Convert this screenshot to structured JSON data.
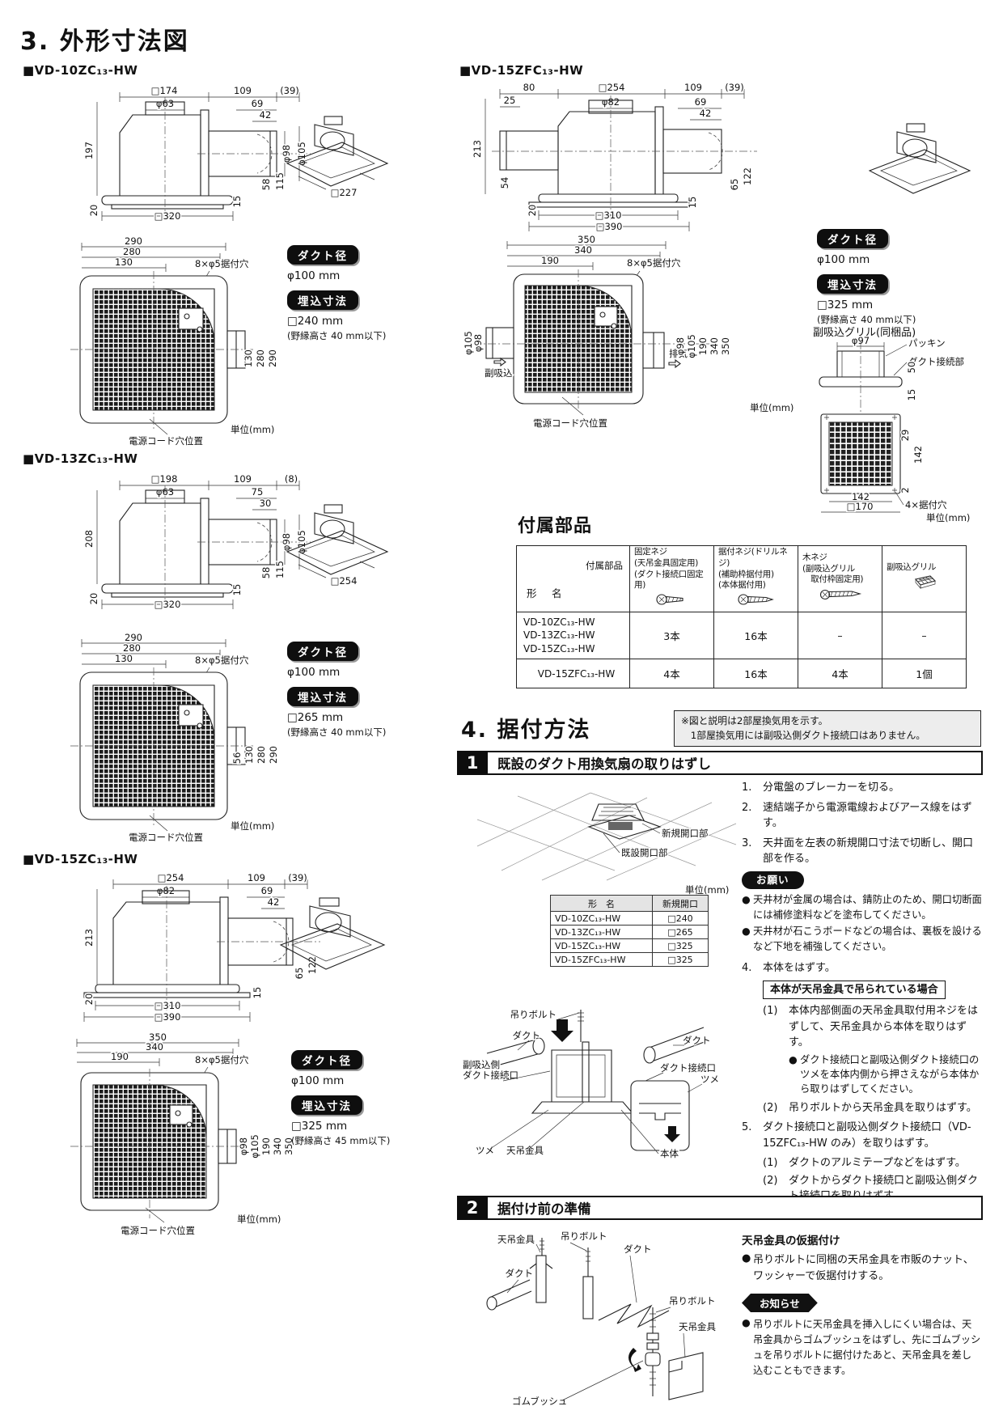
{
  "page": {
    "s3_title": "3. 外形寸法図",
    "s4_title": "4. 据付方法",
    "s4_note1": "※図と説明は2部屋換気用を示す。",
    "s4_note2": "　1部屋換気用には副吸込側ダクト接続口はありません。"
  },
  "common": {
    "unit": "単位(mm)",
    "holes": "8×φ5据付穴",
    "cord": "電源コード穴位置",
    "duct_pill": "ダクト径",
    "embed_pill": "埋込寸法",
    "bullet": "●"
  },
  "vd10": {
    "name": "■VD-10ZC₁₃-HW",
    "side": {
      "w": "□174",
      "duct": "109",
      "ext": "(39)",
      "inlet": "φ63",
      "a": "69",
      "b": "42",
      "h": "197",
      "p98": "φ98",
      "p105": "φ105",
      "c": "58",
      "d": "115",
      "e": "15",
      "f": "20",
      "panel": "□320"
    },
    "iso": "□227",
    "bottom": {
      "t1": "290",
      "t2": "280",
      "t3": "130",
      "r1": "130",
      "r2": "280",
      "r3": "290"
    },
    "duct_dia": "φ100 mm",
    "embed": "□240 mm",
    "embed_note": "(野縁高さ 40 mm以下)"
  },
  "vd13": {
    "name": "■VD-13ZC₁₃-HW",
    "side": {
      "w": "□198",
      "duct": "109",
      "ext": "(8)",
      "inlet": "φ63",
      "a": "75",
      "b": "30",
      "h": "208",
      "p98": "φ98",
      "p105": "φ105",
      "c": "58",
      "d": "115",
      "e": "15",
      "f": "20",
      "panel": "□320"
    },
    "iso": "□254",
    "bottom": {
      "t1": "290",
      "t2": "280",
      "t3": "130",
      "r0": "56",
      "r1": "130",
      "r2": "280",
      "r3": "290"
    },
    "duct_dia": "φ100 mm",
    "embed": "□265 mm",
    "embed_note": "(野縁高さ 40 mm以下)"
  },
  "vd15": {
    "name": "■VD-15ZC₁₃-HW",
    "side": {
      "w": "□254",
      "duct": "109",
      "ext": "(39)",
      "inlet": "φ82",
      "a": "69",
      "b": "42",
      "h": "213",
      "c": "65",
      "d": "122",
      "e": "15",
      "f": "20",
      "panel1": "□310",
      "panel2": "□390"
    },
    "bottom": {
      "t1": "350",
      "t2": "340",
      "t3": "190",
      "p98": "φ98",
      "p105": "φ105",
      "r1": "190",
      "r2": "340",
      "r3": "350"
    },
    "duct_dia": "φ100 mm",
    "embed": "□325 mm",
    "embed_note": "(野縁高さ 45 mm以下)"
  },
  "vd15f": {
    "name": "■VD-15ZFC₁₃-HW",
    "side": {
      "g": "80",
      "h2": "25",
      "w": "□254",
      "duct": "109",
      "ext": "(39)",
      "inlet": "φ82",
      "a": "69",
      "b": "42",
      "h": "213",
      "j": "54",
      "c": "65",
      "d": "122",
      "e": "15",
      "f": "20",
      "panel1": "□310",
      "panel2": "□390"
    },
    "bottom": {
      "t1": "350",
      "t2": "340",
      "t3": "190",
      "l105": "φ105",
      "l98": "φ98",
      "sub": "副吸込",
      "ex": "排気",
      "p98": "φ98",
      "p105": "φ105",
      "r1": "190",
      "r2": "340",
      "r3": "350"
    },
    "duct_dia": "φ100 mm",
    "embed": "□325 mm",
    "embed_note": "(野縁高さ 40 mm以下)",
    "grille": {
      "title": "副吸込グリル(同梱品)",
      "p97": "φ97",
      "packing": "パッキン",
      "duct_conn": "ダクト接続部",
      "d50": "50",
      "d15": "15",
      "d29": "29",
      "d142": "142",
      "d2": "2",
      "b142": "142",
      "sq": "□170",
      "holes": "4×据付穴"
    }
  },
  "acc": {
    "title": "付属部品",
    "corner_a": "付属部品",
    "corner_b": "形　名",
    "c1": [
      "固定ネジ",
      "(天吊金具固定用)",
      "(ダクト接続口固定用)"
    ],
    "c2": [
      "据付ネジ(ドリルネジ)",
      "(補助枠据付用)",
      "(本体据付用)"
    ],
    "c3": [
      "木ネジ",
      "(副吸込グリル",
      "　取付枠固定用)"
    ],
    "c4": "副吸込グリル",
    "r1_models": [
      "VD-10ZC₁₃-HW",
      "VD-13ZC₁₃-HW",
      "VD-15ZC₁₃-HW"
    ],
    "r1": [
      "3本",
      "16本",
      "–",
      "–"
    ],
    "r2_model": "VD-15ZFC₁₃-HW",
    "r2": [
      "4本",
      "16本",
      "4本",
      "1個"
    ]
  },
  "step1": {
    "num": "1",
    "title": "既設のダクト用換気扇の取りはずし",
    "fig1": {
      "new_open": "新規開口部",
      "old_open": "既設開口部"
    },
    "table": {
      "h1": "形　名",
      "h2": "新規開口",
      "r": [
        [
          "VD-10ZC₁₃-HW",
          "□240"
        ],
        [
          "VD-13ZC₁₃-HW",
          "□265"
        ],
        [
          "VD-15ZC₁₃-HW",
          "□325"
        ],
        [
          "VD-15ZFC₁₃-HW",
          "□325"
        ]
      ]
    },
    "s1n": "1.",
    "s1": "分電盤のブレーカーを切る。",
    "s2n": "2.",
    "s2": "速結端子から電源電線およびアース線をはずす。",
    "s3n": "3.",
    "s3": "天井面を左表の新規開口寸法で切断し、開口部を作る。",
    "onegai": "お願い",
    "on1": "天井材が金属の場合は、錆防止のため、開口切断面には補修塗料などを塗布してください。",
    "on2": "天井材が石こうボードなどの場合は、裏板を設けるなど下地を補強してください。",
    "s4n": "4.",
    "s4": "本体をはずす。",
    "boxed": "本体が天吊金具で吊られている場合",
    "s4_1n": "(1)",
    "s4_1": "本体内部側面の天吊金具取付用ネジをはずして、天吊金具から本体を取りはずす。",
    "s4_1b": "ダクト接続口と副吸込側ダクト接続口のツメを本体内側から押さえながら本体から取りはずしてください。",
    "s4_2n": "(2)",
    "s4_2": "吊りボルトから天吊金具を取りはずす。",
    "s5n": "5.",
    "s5": "ダクト接続口と副吸込側ダクト接続口（VD-15ZFC₁₃-HW のみ）を取りはずす。",
    "s5_1n": "(1)",
    "s5_1": "ダクトのアルミテープなどをはずす。",
    "s5_2n": "(2)",
    "s5_2": "ダクトからダクト接続口と副吸込側ダクト接続口を取りはずす。",
    "fig2": {
      "bolt": "吊りボルト",
      "duct_l": "ダクト",
      "duct_r": "ダクト",
      "sub1": "副吸込側",
      "sub2": "ダクト接続口",
      "conn": "ダクト接続口",
      "tab_r": "ツメ",
      "tab_l": "ツメ",
      "bracket": "天吊金具",
      "body": "本体"
    }
  },
  "step2": {
    "num": "2",
    "title": "据付け前の準備",
    "fig": {
      "bracket": "天吊金具",
      "bolt": "吊りボルト",
      "duct_r": "ダクト",
      "duct_l": "ダクト",
      "bolt2": "吊りボルト",
      "bracket2": "天吊金具",
      "bush": "ゴムブッシュ"
    },
    "rt": "天吊金具の仮据付け",
    "rb": "吊りボルトに同梱の天吊金具を市販のナット、ワッシャーで仮据付けする。",
    "notice": "お知らせ",
    "nb": "吊りボルトに天吊金具を挿入しにくい場合は、天吊金具からゴムブッシュをはずし、先にゴムブッシュを吊りボルトに据付けたあと、天吊金具を差し込むこともできます。"
  }
}
